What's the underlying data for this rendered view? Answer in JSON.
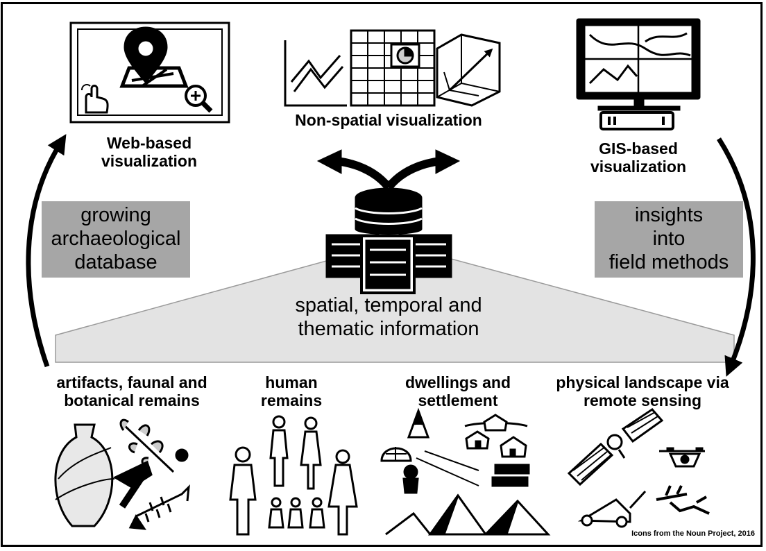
{
  "labels": {
    "web": [
      "Web-based",
      "visualization"
    ],
    "nonspatial": "Non-spatial visualization",
    "gis": [
      "GIS-based",
      "visualization"
    ],
    "growing": [
      "growing",
      "archaeological",
      "database"
    ],
    "insights": [
      "insights",
      "into",
      "field methods"
    ],
    "center": [
      "spatial, temporal and",
      "thematic information"
    ],
    "artifacts": [
      "artifacts, faunal and",
      "botanical remains"
    ],
    "human": [
      "human",
      "remains"
    ],
    "dwellings": [
      "dwellings and",
      "settlement"
    ],
    "landscape": [
      "physical landscape via",
      "remote sensing"
    ],
    "credit": "Icons from the Noun Project, 2016"
  },
  "icons": {
    "web": "map-pin-touch-zoom-icon",
    "nonspatial": "charts-table-3d-icon",
    "gis": "monitor-map-icon",
    "database": "database-server-icon",
    "artifacts": "pottery-plant-bone-icon",
    "human": "human-figures-icon",
    "dwellings": "huts-igloo-pyramids-icon",
    "landscape": "satellite-drone-mower-icon"
  },
  "colors": {
    "box": "#a6a6a6",
    "trapezoid": "#e3e3e3",
    "ink": "#000000"
  }
}
